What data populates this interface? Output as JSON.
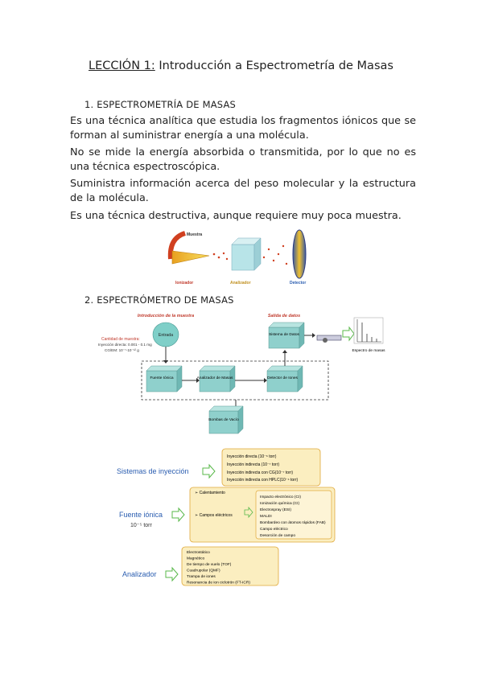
{
  "title": {
    "prefix": "LECCIÓN 1:",
    "rest": " Introducción a Espectrometría de Masas"
  },
  "section1": {
    "heading": "1.  ESPECTROMETRÍA DE MASAS",
    "paragraphs": [
      "Es una técnica analítica que estudia los fragmentos iónicos que se forman al suministrar energía a una molécula.",
      "No se mide la energía absorbida o transmitida, por lo que no es una técnica espectroscópica.",
      "Suministra información acerca del peso molecular y la estructura de la molécula.",
      "Es una técnica destructiva, aunque requiere muy poca muestra."
    ],
    "figure": {
      "muestra": "Muestra",
      "ionizador": "Ionizador",
      "analizador": "Analizador",
      "detector": "Detector"
    }
  },
  "section2": {
    "heading": "2.  ESPECTRÓMETRO DE MASAS",
    "diagram": {
      "intro_label": "Introducción de la muestra",
      "salida_label": "Salida de datos",
      "cantidad_title": "Cantidad de muestra:",
      "cantidad_line1": "Inyección directa: 0.001 - 0.1 mg",
      "cantidad_line2": "CG/EM: 10⁻⁷-10⁻¹² g",
      "entrada": "Entrada",
      "sistema_datos": "Sistema de Datos",
      "fuente": "Fuente Iónica",
      "analizador": "Analizador de Masas",
      "detector": "Detector de Iones",
      "bombas": "Bombas de Vacío",
      "espectro": "Espectro de masas"
    },
    "summary": {
      "sistemas_label": "Sistemas de inyección",
      "sistemas_items": [
        "Inyección directa (10⁻⁶ torr)",
        "Inyección indirecta (10⁻⁷ torr)",
        "Inyección indirecta con CG(10⁻⁷ torr)",
        "Inyección indirecta con HPLC(10⁻⁴ torr)"
      ],
      "fuente_label": "Fuente iónica",
      "fuente_sub": "10⁻⁵ torr",
      "fuente_opt1": "➢ Calentamiento",
      "fuente_opt2": "➢ Campos eléctricos",
      "fuente_items": [
        "Impacto electrónico (CI)",
        "Ionización química (CI)",
        "Electrospray (ESI)",
        "MALDI",
        "Bombardeo con átomos rápidos (FAB)",
        "Campo eléctrico",
        "Desorción de campo"
      ],
      "analizador_label": "Analizador",
      "analizador_items": [
        "Electrostático",
        "Magnético",
        "De tiempo de vuelo (TOF)",
        "Cuadrupolar (QMF)",
        "Trampa de iones",
        "Resonancia de ion ciclotrón (FT-ICR)"
      ]
    }
  },
  "colors": {
    "red": "#c0392b",
    "blue": "#2a5db0",
    "box_fill": "#fbeec0",
    "box_stroke": "#e0a83a",
    "arrow": "#59b84a",
    "cube": "#8fd0cc"
  }
}
